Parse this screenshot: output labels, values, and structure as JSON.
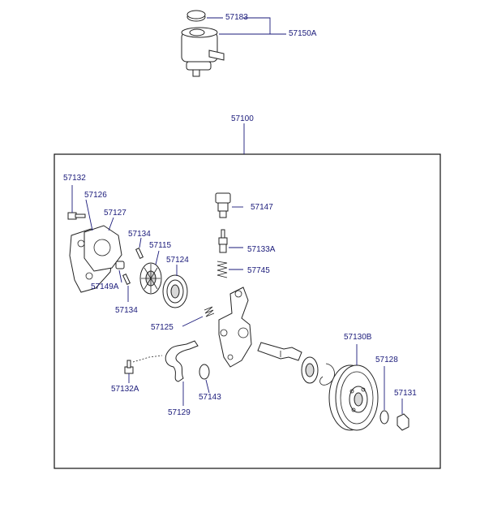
{
  "title": "",
  "labels": {
    "l57183": "57183",
    "l57150A": "57150A",
    "l57100": "57100",
    "l57132": "57132",
    "l57126": "57126",
    "l57127": "57127",
    "l57134a": "57134",
    "l57115": "57115",
    "l57124": "57124",
    "l57149A": "57149A",
    "l57134b": "57134",
    "l57147": "57147",
    "l57133A": "57133A",
    "l57745": "57745",
    "l57125": "57125",
    "l57130B": "57130B",
    "l57128": "57128",
    "l57131": "57131",
    "l57132A": "57132A",
    "l57143": "57143",
    "l57129": "57129"
  }
}
